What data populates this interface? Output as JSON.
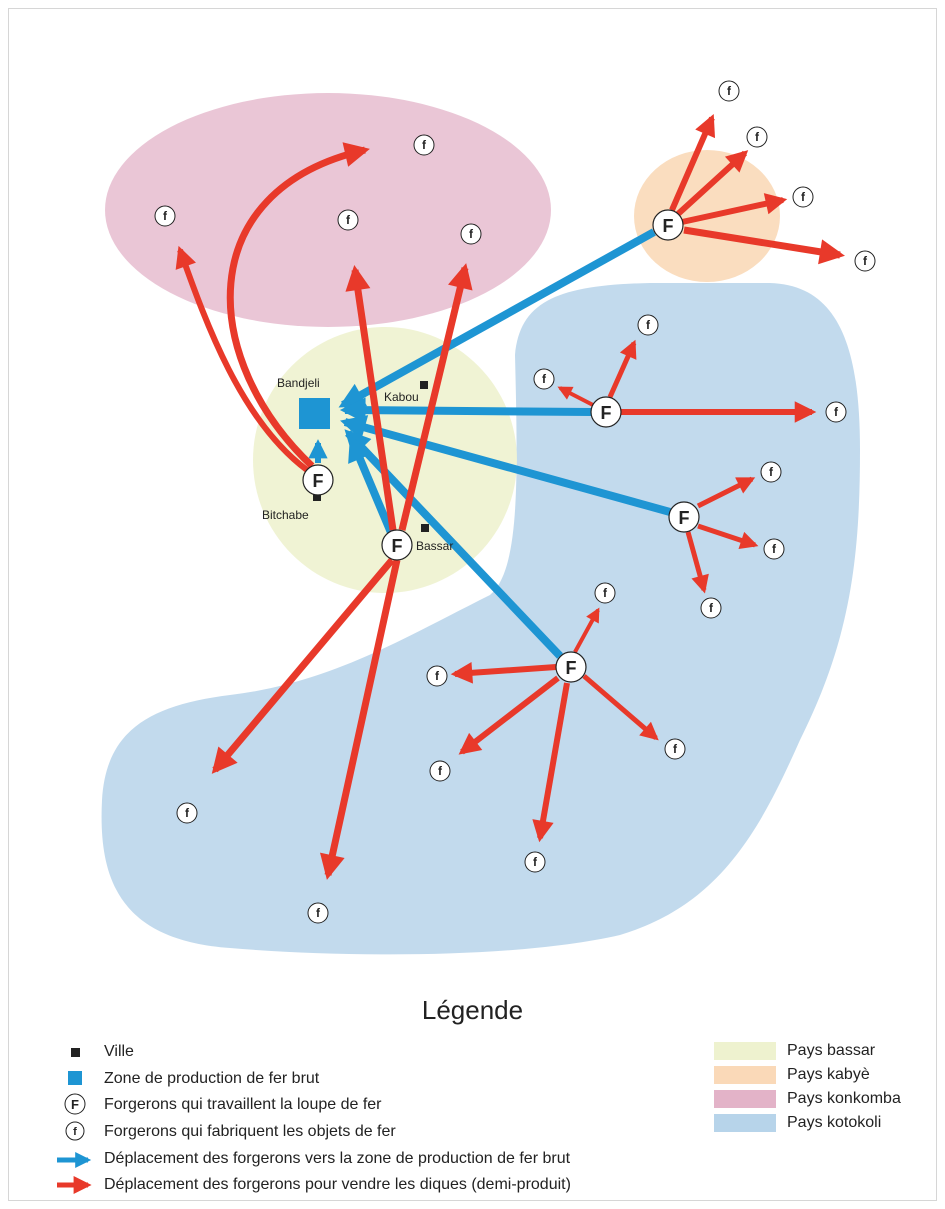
{
  "places": {
    "bandjeli": "Bandjeli",
    "kabou": "Kabou",
    "bitchabe": "Bitchabe",
    "bassar": "Bassar"
  },
  "symbols": {
    "big_f": "F",
    "small_f": "f"
  },
  "legend": {
    "title": "Légende",
    "ville": "Ville",
    "zone": "Zone de production de fer brut",
    "forgerons_loupe": "Forgerons qui travaillent la loupe de fer",
    "forgerons_objets": "Forgerons qui fabriquent les objets de fer",
    "deplacement_bleu": "Déplacement des forgerons vers la zone de production de fer brut",
    "deplacement_rouge": "Déplacement des forgerons pour vendre les diques (demi-produit)",
    "pays": [
      {
        "label": "Pays bassar",
        "color": "#eef2cf"
      },
      {
        "label": "Pays kabyè",
        "color": "#fad9b8"
      },
      {
        "label": "Pays konkomba",
        "color": "#e3b3c8"
      },
      {
        "label": "Pays kotokoli",
        "color": "#b7d4ea"
      }
    ]
  },
  "colors": {
    "blue_arrow": "#1e95d3",
    "red_arrow": "#e8392a",
    "bassar": "#eef2cf",
    "kabye": "#fad9b8",
    "konkomba": "#e3b3c8",
    "kotokoli": "#b7d4ea"
  }
}
